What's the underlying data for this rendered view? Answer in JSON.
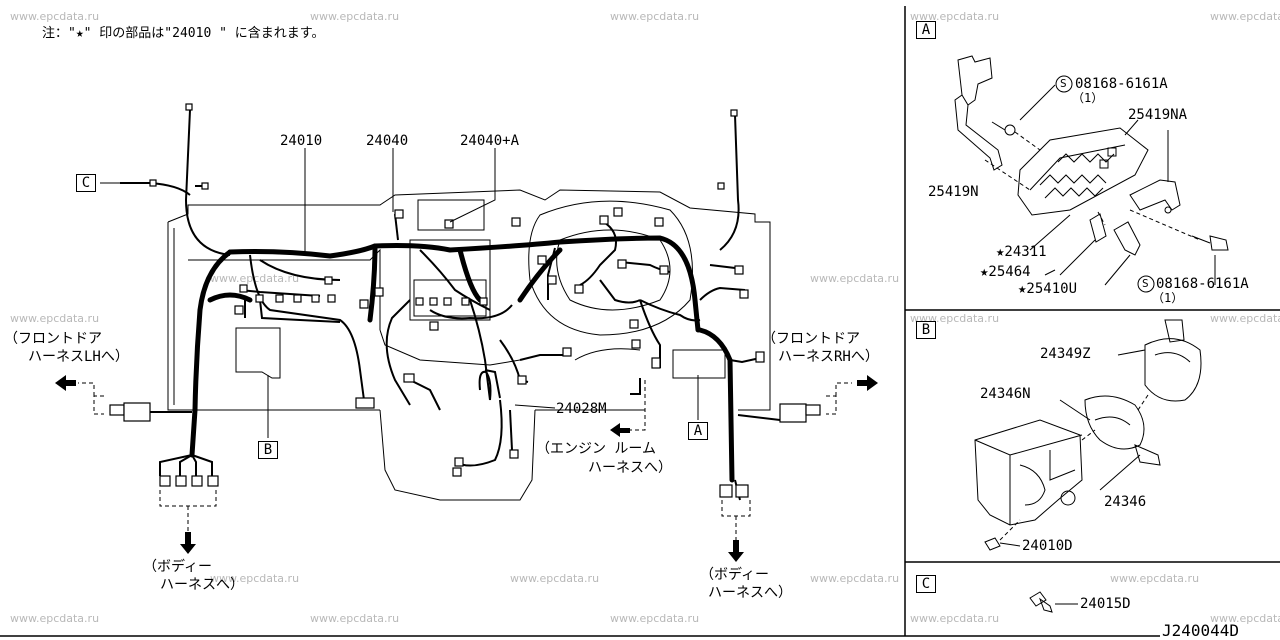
{
  "note": "注：\"★\" 印の部品は\"24010 \" に含まれます。",
  "watermark": "www.epcdata.ru",
  "footer_code": "J240044D",
  "main": {
    "part_24010": "24010",
    "part_24040": "24040",
    "part_24040A": "24040+A",
    "part_24028M": "24028M",
    "callout_C": "C",
    "callout_B": "B",
    "callout_A": "A",
    "front_door_lh": "（フロントドア",
    "harness_lh": "ハーネスLHへ）",
    "front_door_rh": "（フロントドア",
    "harness_rh": "ハーネスRHへ）",
    "engine_room": "（エンジン ルーム",
    "engine_harness": "ハーネスへ）",
    "body_l1": "（ボディー",
    "body_l2": "ハーネスへ）",
    "body_r1": "（ボディー",
    "body_r2": "ハーネスへ）"
  },
  "panelA": {
    "label": "A",
    "p08168_top": "08168-6161A",
    "q1_top": "（1）",
    "p25419NA": "25419NA",
    "p25419N": "25419N",
    "p24311": "★24311",
    "p25464": "★25464",
    "p25410U": "★25410U",
    "p08168_bot": "08168-6161A",
    "q1_bot": "（1）",
    "s_mark": "S"
  },
  "panelB": {
    "label": "B",
    "p24349Z": "24349Z",
    "p24346N": "24346N",
    "p24346": "24346",
    "p24010D": "24010D"
  },
  "panelC": {
    "label": "C",
    "p24015D": "24015D"
  }
}
